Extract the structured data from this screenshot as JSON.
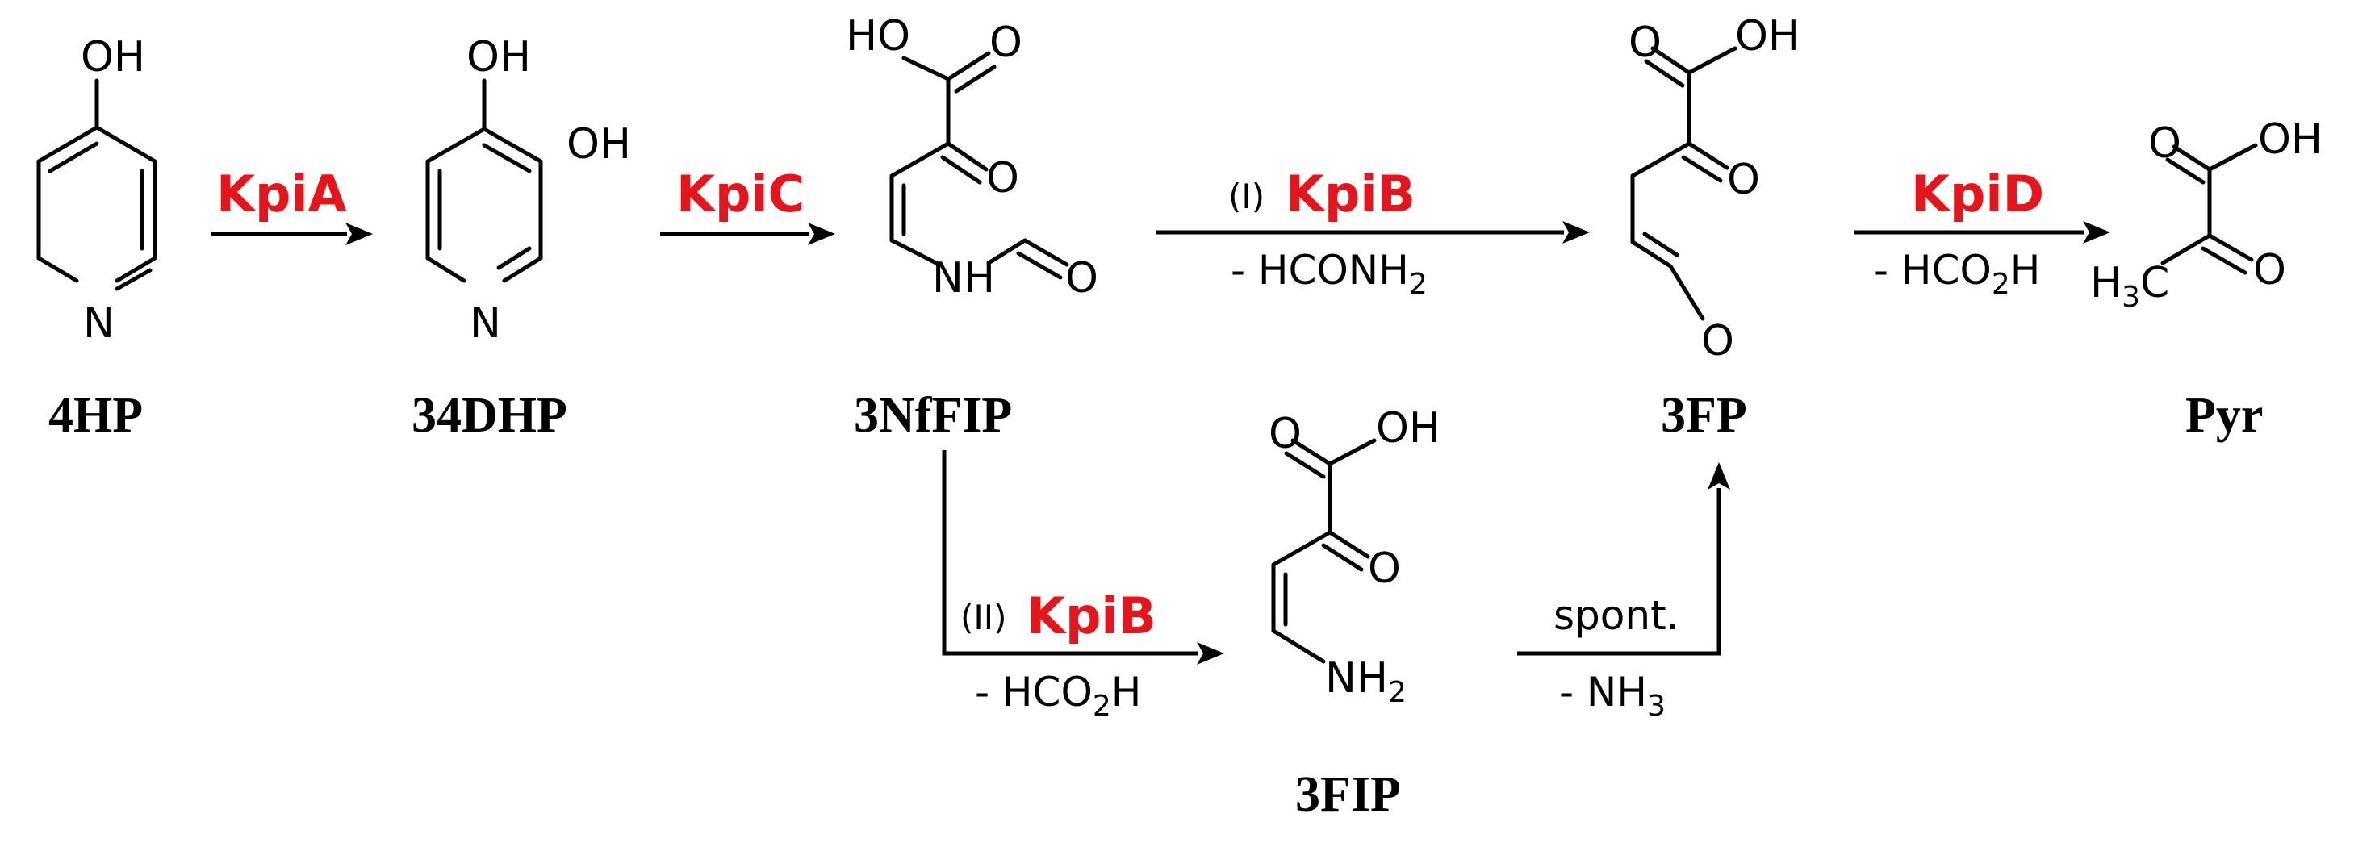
{
  "colors": {
    "enzyme": "#e8141b",
    "ink": "#000000"
  },
  "compounds": {
    "c4hp": "4HP",
    "c34dhp": "34DHP",
    "c3nffip": "3NfFIP",
    "c3fp": "3FP",
    "cpyr": "Pyr",
    "c3fip": "3FIP"
  },
  "enzymes": {
    "kpia": "KpiA",
    "kpic": "KpiC",
    "kpib1": "KpiB",
    "kpid": "KpiD",
    "kpib2": "KpiB"
  },
  "routes": {
    "r1": "(I)",
    "r2": "(II)"
  },
  "byproducts": {
    "kpib1_main": "- HCONH",
    "kpib1_sub": "2",
    "kpid_main": "- HCO",
    "kpid_sub": "2",
    "kpid_tail": "H",
    "kpib2_main": "- HCO",
    "kpib2_sub": "2",
    "kpib2_tail": "H",
    "spont_main": "- NH",
    "spont_sub": "3"
  },
  "conditions": {
    "spont": "spont."
  },
  "atoms": {
    "oh": "OH",
    "ho": "HO",
    "o": "O",
    "n": "N",
    "nh": "NH",
    "nh2_main": "NH",
    "nh2_sub": "2",
    "h3c_h": "H",
    "h3c_sub": "3",
    "h3c_c": "C"
  }
}
